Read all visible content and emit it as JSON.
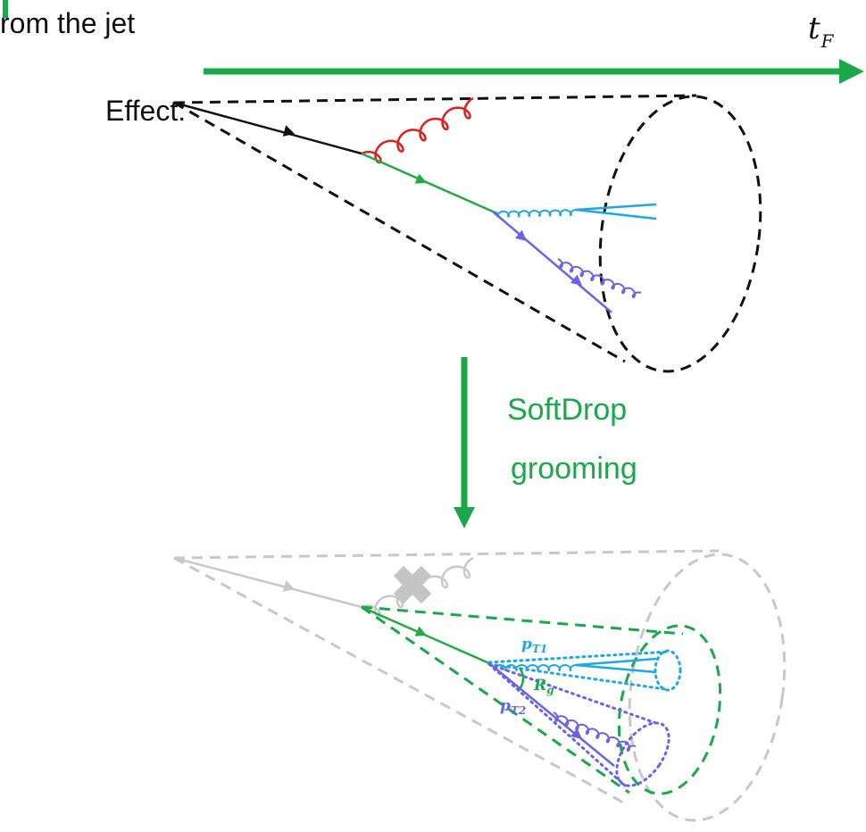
{
  "header": {
    "partial_text": "rom the jet",
    "effect_label": "Effect:"
  },
  "axis": {
    "variable_main": "t",
    "variable_sub": "F",
    "color": "#1aa84a"
  },
  "process": {
    "line1": "SoftDrop",
    "line2": "grooming",
    "color": "#1aa84a"
  },
  "labels": {
    "pt1_main": "p",
    "pt1_sub": "T1",
    "pt2_main": "p",
    "pt2_sub": "T2",
    "rg_main": "R",
    "rg_sub": "g"
  },
  "colors": {
    "quark_initial": "#111111",
    "gluon_soft": "#e0201d",
    "green_quark": "#22aa44",
    "cyan": "#1fa8df",
    "purple": "#6a63e8",
    "grey": "#c8c8c8",
    "green_cone": "#1aa84a"
  }
}
